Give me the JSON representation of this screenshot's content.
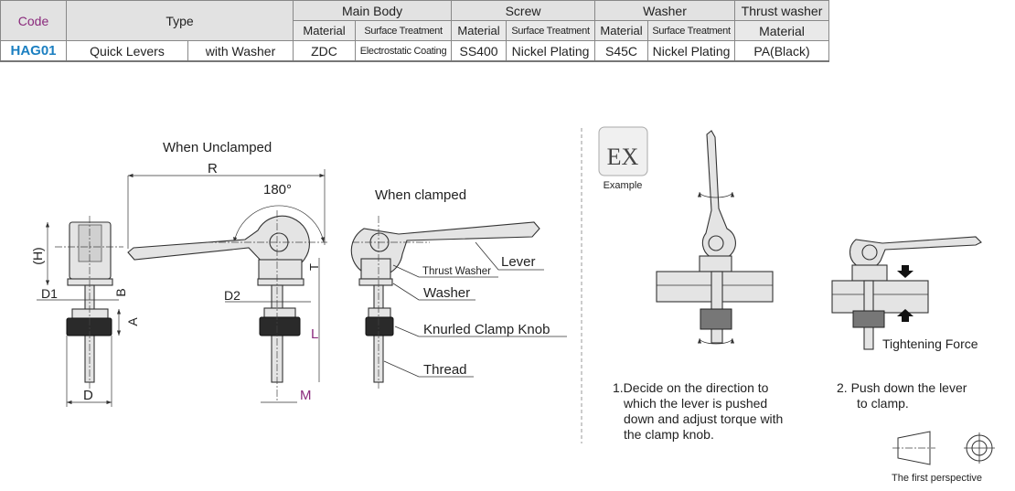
{
  "table": {
    "headers": {
      "code": "Code",
      "type": "Type",
      "main_body": "Main Body",
      "screw": "Screw",
      "washer": "Washer",
      "thrust_washer": "Thrust washer"
    },
    "subheaders": [
      "Material",
      "Surface Treatment",
      "Material",
      "Surface Treatment",
      "Material",
      "Surface Treatment",
      "Material"
    ],
    "row": {
      "code": "HAG01",
      "type1": "Quick Levers",
      "type2": "with Washer",
      "body_material": "ZDC",
      "body_treatment": "Electrostatic Coating",
      "screw_material": "SS400",
      "screw_treatment": "Nickel Plating",
      "washer_material": "S45C",
      "washer_treatment": "Nickel Plating",
      "thrust_material": "PA(Black)"
    },
    "colors": {
      "code_header": "#8a2a7c",
      "code_value": "#1b7fc1",
      "header_bg": "#e2e2e2"
    }
  },
  "drawing": {
    "unclamped_title": "When Unclamped",
    "clamped_title": "When clamped",
    "angle": "180°",
    "dims": {
      "R": "R",
      "H": "(H)",
      "D1": "D1",
      "B": "B",
      "A": "A",
      "D": "D",
      "T": "T",
      "D2": "D2",
      "L": "L",
      "M": "M"
    },
    "parts": {
      "lever": "Lever",
      "thrust_washer": "Thrust Washer",
      "washer": "Washer",
      "knob": "Knurled Clamp Knob",
      "thread": "Thread"
    },
    "dim_accent": "#8a2a7c"
  },
  "example": {
    "badge": "EX",
    "badge_label": "Example",
    "step1": [
      "1.Decide on the direction to",
      "which the lever is pushed",
      "down and adjust torque with",
      "the clamp knob."
    ],
    "step2": [
      "2.  Push down the lever",
      "to clamp."
    ],
    "force_label": "Tightening Force",
    "projection_label": "The first perspective"
  }
}
